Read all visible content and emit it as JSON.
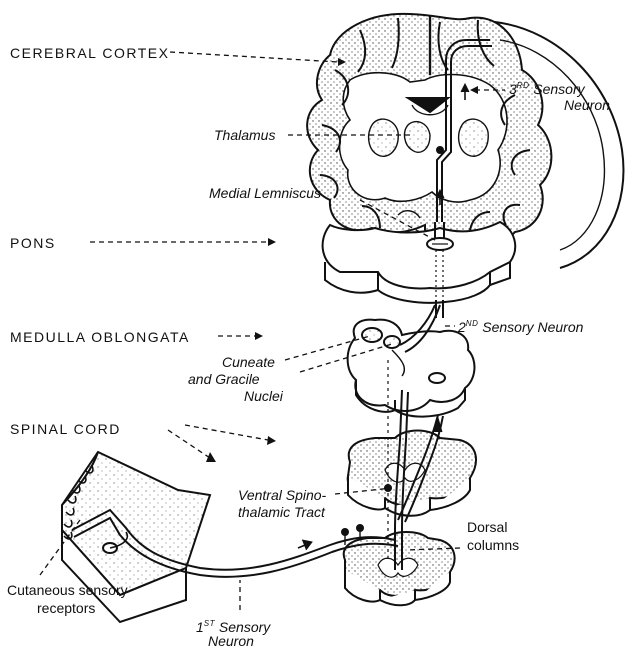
{
  "labels": {
    "cerebral_cortex": "CEREBRAL CORTEX",
    "thalamus": "Thalamus",
    "third_neuron_num": "3",
    "third_neuron_sup": "RD",
    "third_neuron_line1": "Sensory",
    "third_neuron_line2": "Neuron",
    "medial_lemniscus": "Medial Lemniscus",
    "pons": "PONS",
    "medulla_oblongata": "MEDULLA OBLONGATA",
    "second_neuron_num": "2",
    "second_neuron_sup": "ND",
    "second_neuron_text": "Sensory Neuron",
    "cuneate_line1": "Cuneate",
    "cuneate_line2": "and Gracile",
    "cuneate_line3": "Nuclei",
    "spinal_cord": "SPINAL CORD",
    "ventral_line1": "Ventral Spino-",
    "ventral_line2": "thalamic Tract",
    "dorsal_line1": "Dorsal",
    "dorsal_line2": "columns",
    "cutaneous_line1": "Cutaneous sensory",
    "cutaneous_line2": "receptors",
    "first_neuron_num": "1",
    "first_neuron_sup": "ST",
    "first_neuron_line1": "Sensory",
    "first_neuron_line2": "Neuron"
  },
  "colors": {
    "ink": "#111111",
    "paper": "#ffffff",
    "stipple": "#444444"
  }
}
